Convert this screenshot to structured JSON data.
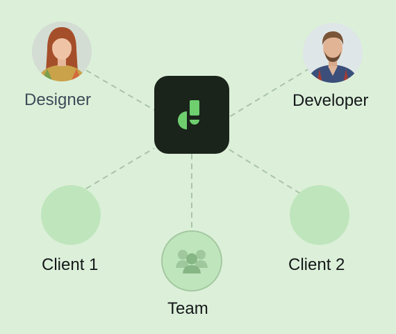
{
  "nodes": {
    "designer": {
      "label": "Designer"
    },
    "developer": {
      "label": "Developer"
    },
    "client1": {
      "label": "Client 1"
    },
    "client2": {
      "label": "Client 2"
    },
    "team": {
      "label": "Team"
    }
  },
  "hub": {
    "icon": "logo-icon"
  },
  "colors": {
    "background": "#dcf0d9",
    "hub": "#1a241b",
    "accent": "#6fcf6f",
    "node_fill": "#bfe5bc",
    "connector": "#a9c4a6"
  }
}
